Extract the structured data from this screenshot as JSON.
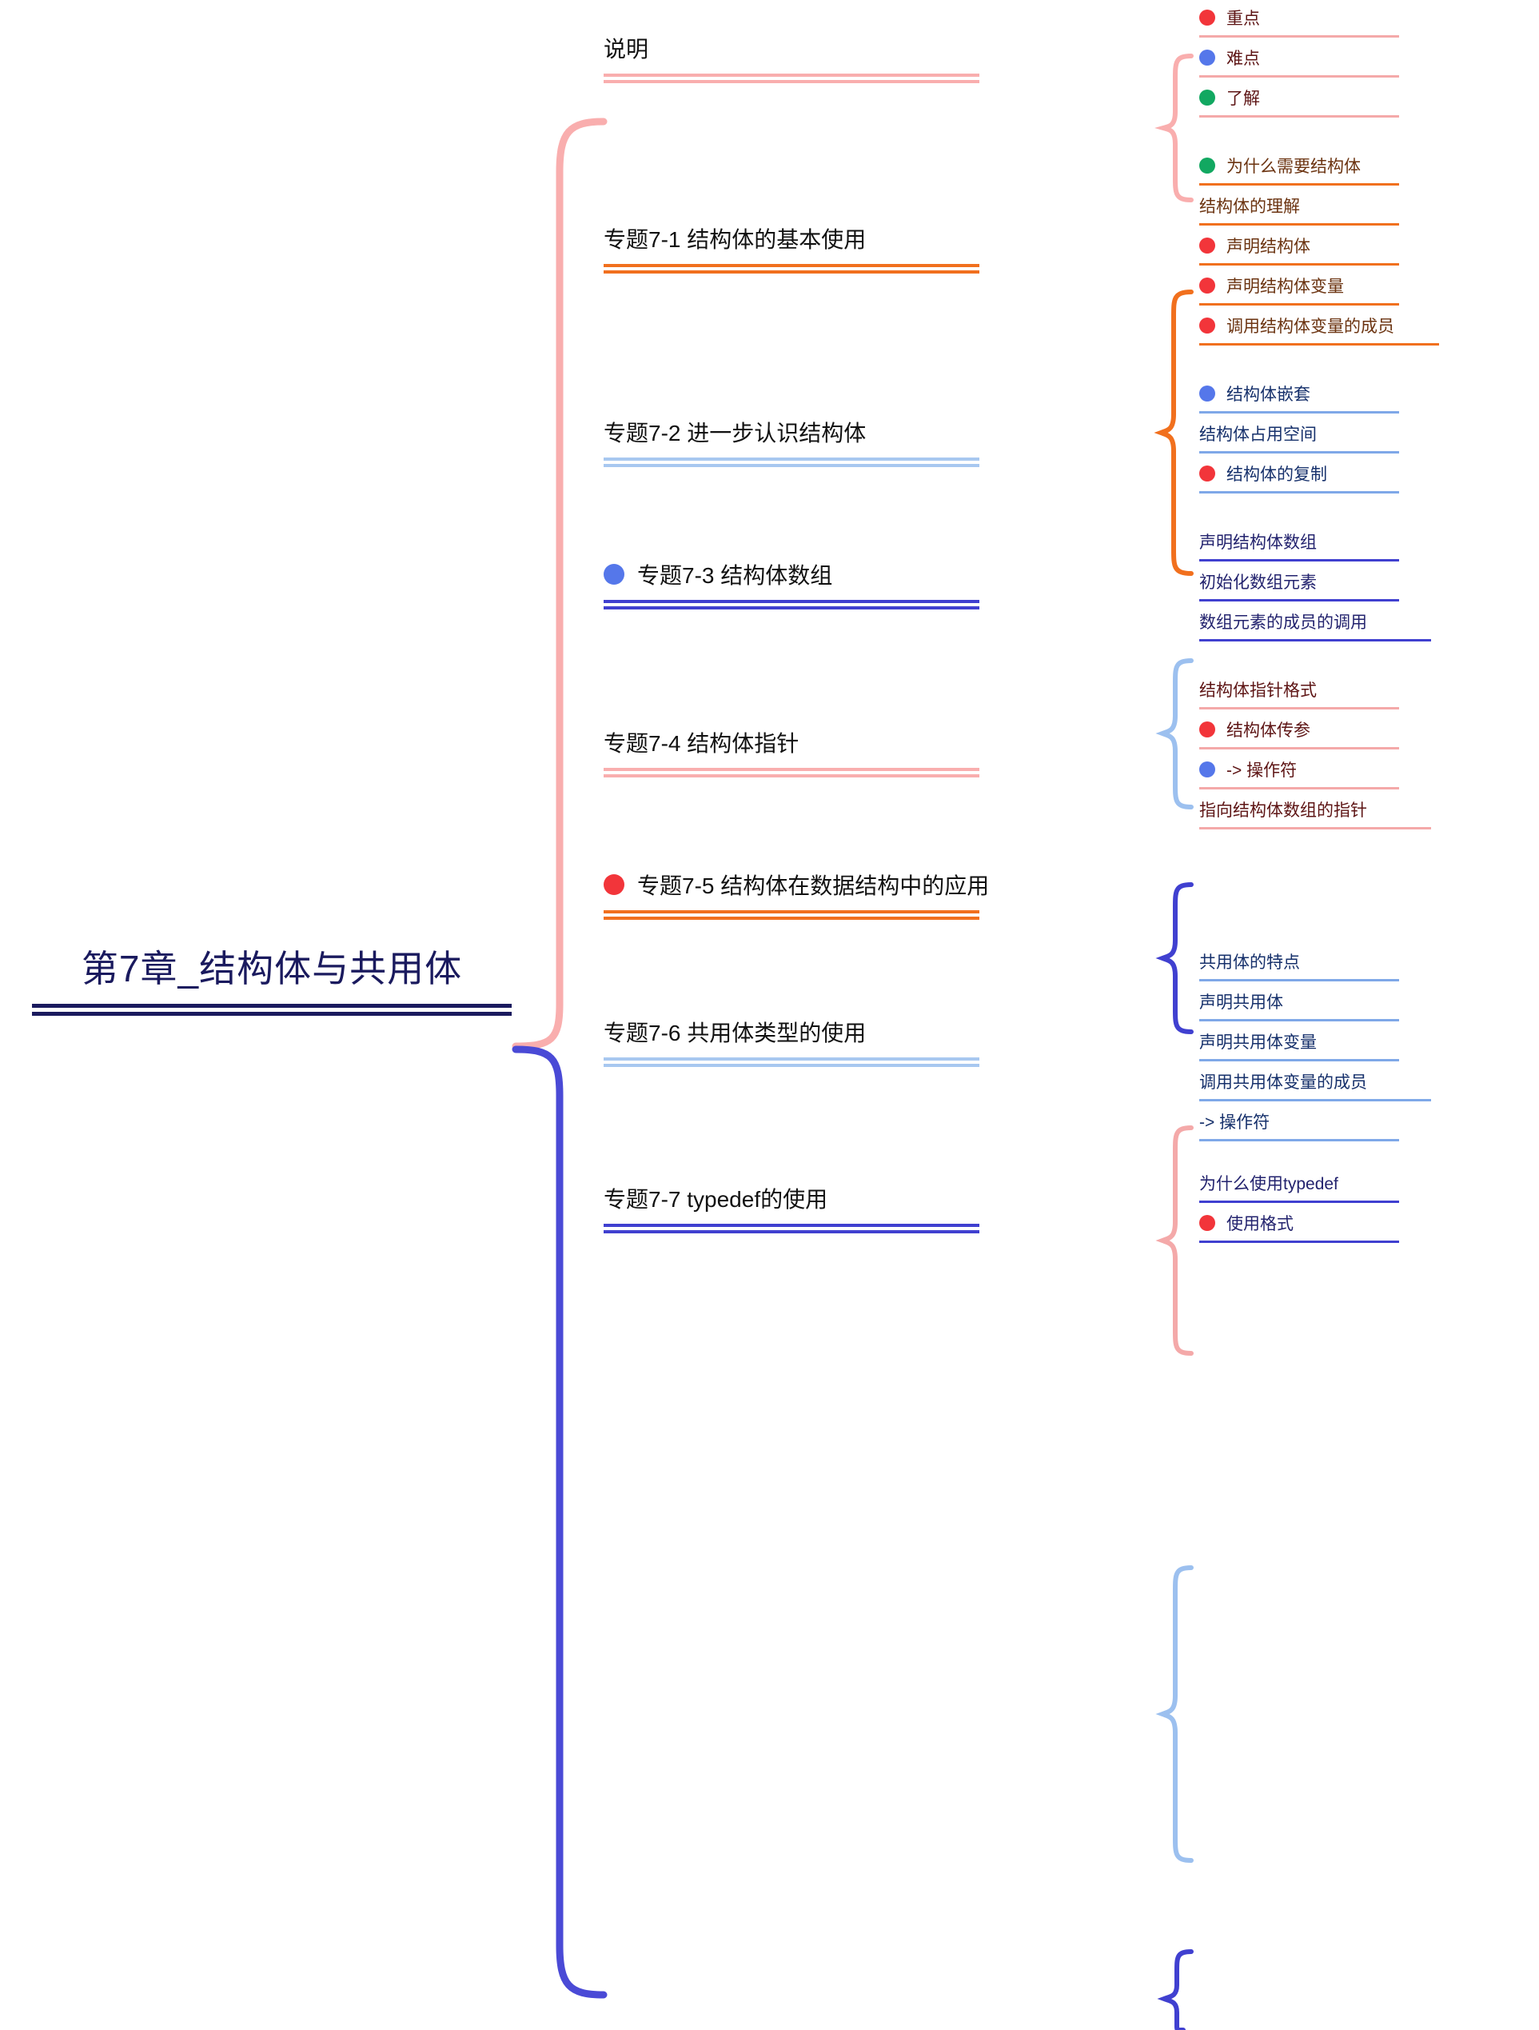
{
  "root": {
    "label": "第7章_结构体与共用体",
    "color": "#1a1a5e"
  },
  "palette": {
    "pink": "#f9aeae",
    "orange": "#f1701e",
    "light_blue": "#a8c8f0",
    "blue": "#4040d0",
    "dot_red": "#f2353a",
    "dot_blue": "#5577ea",
    "dot_green": "#12a861",
    "root_navy": "#1a1a5e"
  },
  "branches": [
    {
      "id": "shuoming",
      "label": "说明",
      "dot": "none",
      "family": "pink",
      "children": [
        {
          "label": "重点",
          "dot": "red"
        },
        {
          "label": "难点",
          "dot": "blue"
        },
        {
          "label": "了解",
          "dot": "green"
        }
      ]
    },
    {
      "id": "t71",
      "label": "专题7-1 结构体的基本使用",
      "dot": "none",
      "family": "orange",
      "children": [
        {
          "label": "为什么需要结构体",
          "dot": "green"
        },
        {
          "label": "结构体的理解",
          "dot": "none"
        },
        {
          "label": "声明结构体",
          "dot": "red"
        },
        {
          "label": "声明结构体变量",
          "dot": "red"
        },
        {
          "label": "调用结构体变量的成员",
          "dot": "red"
        }
      ]
    },
    {
      "id": "t72",
      "label": "专题7-2 进一步认识结构体",
      "dot": "none",
      "family": "ltblue",
      "children": [
        {
          "label": "结构体嵌套",
          "dot": "blue"
        },
        {
          "label": "结构体占用空间",
          "dot": "none"
        },
        {
          "label": "结构体的复制",
          "dot": "red"
        }
      ]
    },
    {
      "id": "t73",
      "label": "专题7-3 结构体数组",
      "dot": "blue",
      "family": "blue",
      "children": [
        {
          "label": "声明结构体数组",
          "dot": "none"
        },
        {
          "label": "初始化数组元素",
          "dot": "none"
        },
        {
          "label": "数组元素的成员的调用",
          "dot": "none"
        }
      ]
    },
    {
      "id": "t74",
      "label": "专题7-4 结构体指针",
      "dot": "none",
      "family": "pink",
      "children": [
        {
          "label": "结构体指针格式",
          "dot": "none"
        },
        {
          "label": "结构体传参",
          "dot": "red"
        },
        {
          "label": "-> 操作符",
          "dot": "blue"
        },
        {
          "label": "指向结构体数组的指针",
          "dot": "none"
        }
      ]
    },
    {
      "id": "t75",
      "label": "专题7-5 结构体在数据结构中的应用",
      "dot": "red",
      "family": "orange",
      "children": []
    },
    {
      "id": "t76",
      "label": "专题7-6 共用体类型的使用",
      "dot": "none",
      "family": "ltblue",
      "children": [
        {
          "label": "共用体的特点",
          "dot": "none"
        },
        {
          "label": "声明共用体",
          "dot": "none"
        },
        {
          "label": "声明共用体变量",
          "dot": "none"
        },
        {
          "label": "调用共用体变量的成员",
          "dot": "none"
        },
        {
          "label": "-> 操作符",
          "dot": "none"
        }
      ]
    },
    {
      "id": "t77",
      "label": "专题7-7 typedef的使用",
      "dot": "none",
      "family": "blue",
      "children": [
        {
          "label": "为什么使用typedef",
          "dot": "none"
        },
        {
          "label": "使用格式",
          "dot": "red"
        }
      ]
    }
  ]
}
